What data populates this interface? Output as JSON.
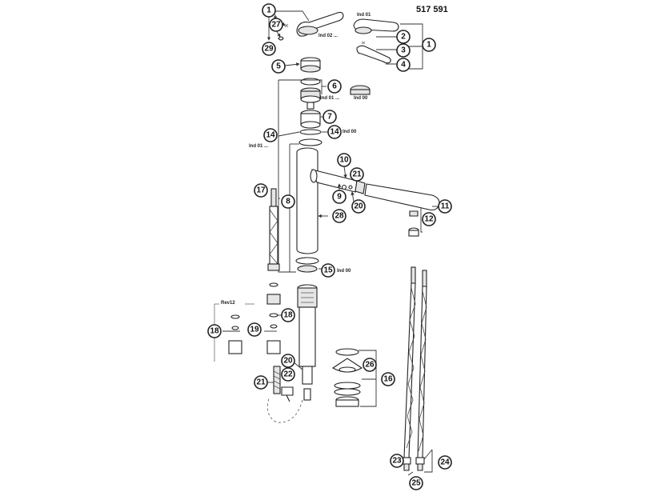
{
  "document_number": "517 591",
  "group_label": "Rev12",
  "tags": {
    "ind01_handle": "Ind 01",
    "ind02": "Ind 02 ...",
    "ind01_cart": "Ind 01 ...",
    "ind00_cart": "Ind 00",
    "ind00_ring14": "Ind 00",
    "ind01_body": "Ind 01 ...",
    "ind00_ring15": "Ind 00"
  },
  "callouts": {
    "c1a": "1",
    "c27": "27",
    "c29": "29",
    "c5": "5",
    "c2": "2",
    "c1b": "1",
    "c3": "3",
    "c4": "4",
    "c6": "6",
    "c7": "7",
    "c14a": "14",
    "c14b": "14",
    "c10": "10",
    "c21a": "21",
    "c9": "9",
    "c20a": "20",
    "c11": "11",
    "c12": "12",
    "c17": "17",
    "c8": "8",
    "c28": "28",
    "c15": "15",
    "c18a": "18",
    "c18b": "18",
    "c19": "19",
    "c20b": "20",
    "c22": "22",
    "c21b": "21",
    "c26": "26",
    "c16": "16",
    "c23": "23",
    "c24": "24",
    "c25": "25"
  }
}
